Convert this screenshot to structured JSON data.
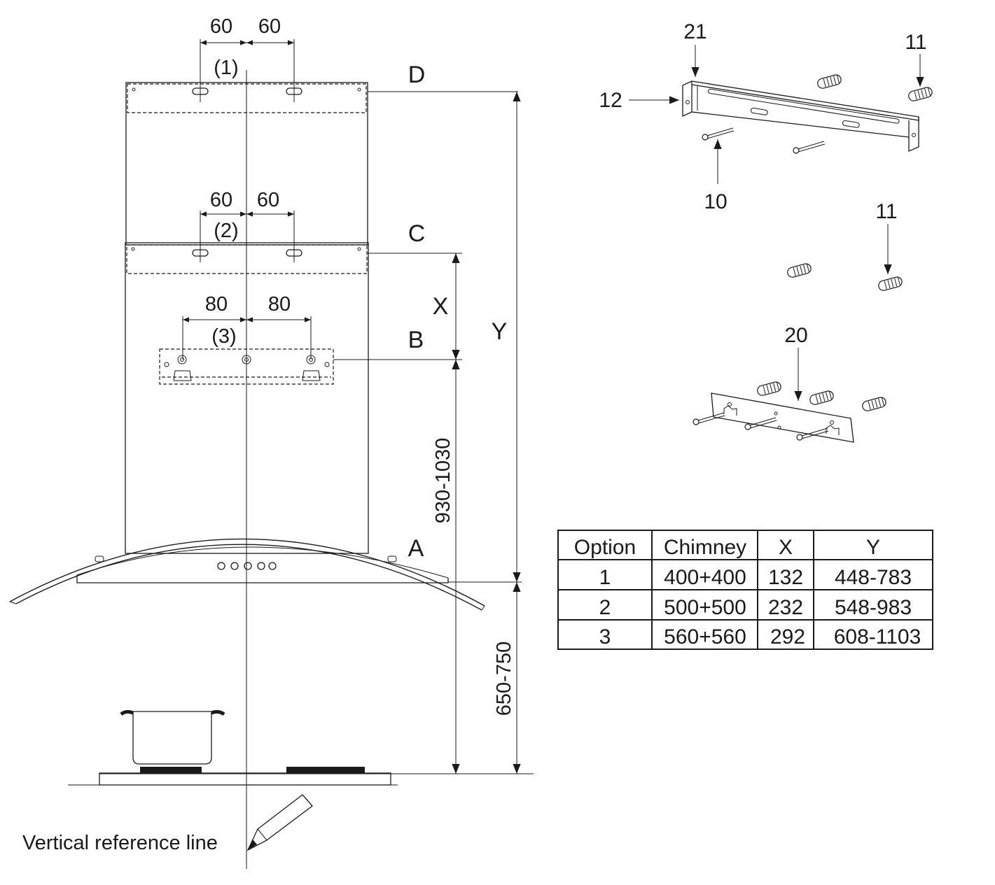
{
  "dimensions": {
    "d1_left": "60",
    "d1_right": "60",
    "d1_option": "(1)",
    "d2_left": "60",
    "d2_right": "60",
    "d2_option": "(2)",
    "d3_left": "80",
    "d3_right": "80",
    "d3_option": "(3)",
    "range_hood_to_bracket": "930-1030",
    "range_hob_to_hood": "650-750"
  },
  "level_labels": {
    "A": "A",
    "B": "B",
    "C": "C",
    "D": "D",
    "X": "X",
    "Y": "Y"
  },
  "reference_label": "Vertical reference line",
  "parts": {
    "p21": "21",
    "p12": "12",
    "p11_top": "11",
    "p10": "10",
    "p11_mid": "11",
    "p20": "20"
  },
  "table": {
    "headers": [
      "Option",
      "Chimney",
      "X",
      "Y"
    ],
    "rows": [
      [
        "1",
        "400+400",
        "132",
        "448-783"
      ],
      [
        "2",
        "500+500",
        "232",
        "548-983"
      ],
      [
        "3",
        "560+560",
        "292",
        "608-1103"
      ]
    ]
  }
}
